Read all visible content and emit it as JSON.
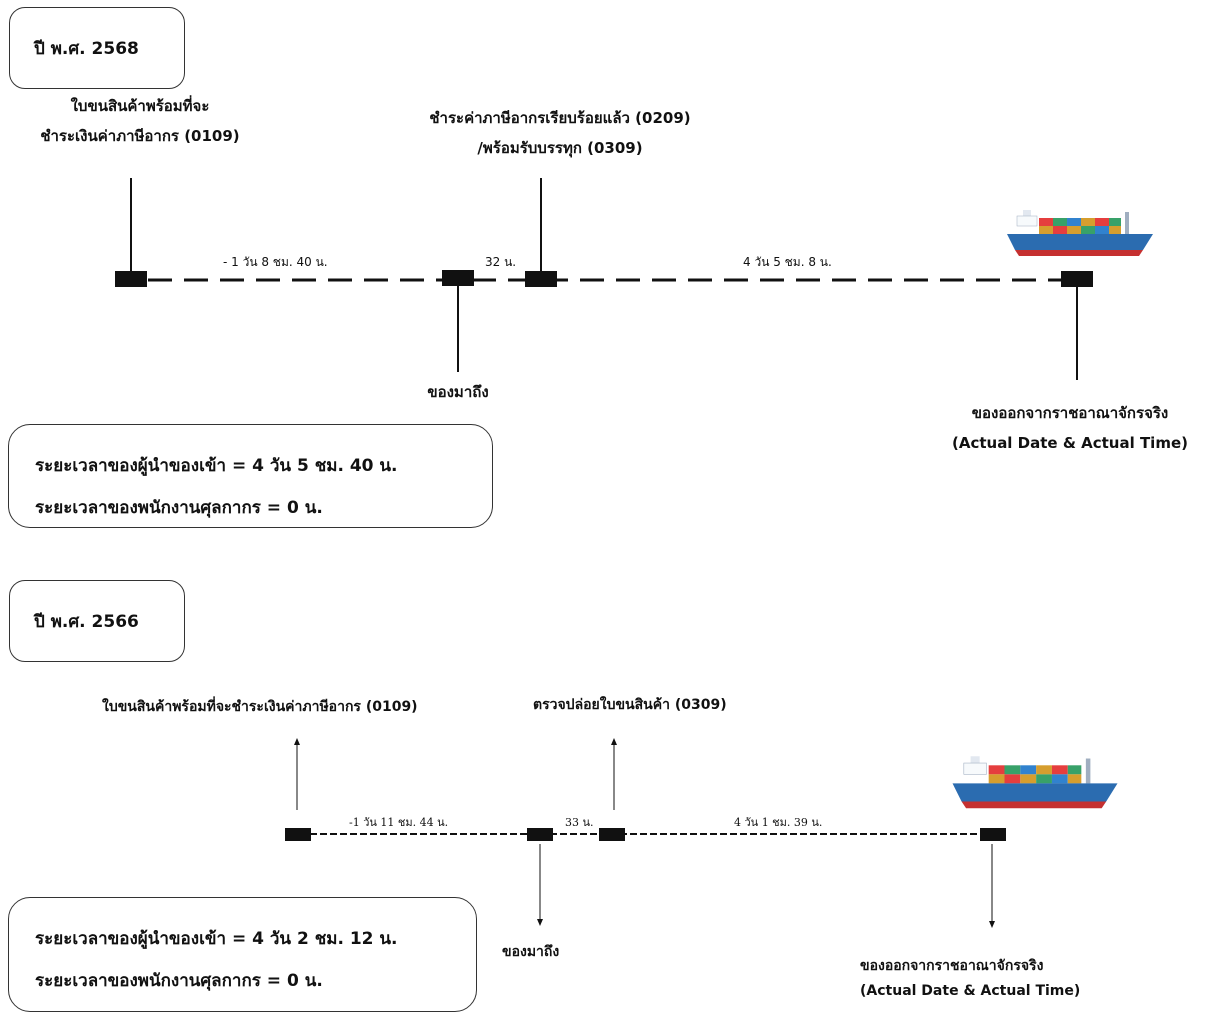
{
  "section_2568": {
    "year_label": "ปี พ.ศ. 2568",
    "event_0109": "ใบขนสินค้าพร้อมที่จะ\nชำระเงินค่าภาษีอากร (0109)",
    "event_0209": "ชำระค่าภาษีอากรเรียบร้อยแล้ว (0209)\n/พร้อมรับบรรทุก (0309)",
    "goods_arrived": "ของมาถึง",
    "goods_departed": "ของออกจากราชอาณาจักรจริง\n(Actual Date & Actual Time)",
    "duration_1": "- 1 วัน 8 ชม. 40 น.",
    "duration_2": "32 น.",
    "duration_3": "4 วัน 5 ชม. 8 น.",
    "summary_importer": "ระยะเวลาของผู้นำของเข้า = 4 วัน 5 ชม. 40 น.",
    "summary_officer": "ระยะเวลาของพนักงานศุลกากร = 0 น."
  },
  "section_2566": {
    "year_label": "ปี พ.ศ. 2566",
    "event_0109": "ใบขนสินค้าพร้อมที่จะชำระเงินค่าภาษีอากร (0109)",
    "event_0309": "ตรวจปล่อยใบขนสินค้า (0309)",
    "goods_arrived": "ของมาถึง",
    "goods_departed_line1": "ของออกจากราชอาณาจักรจริง",
    "goods_departed_line2": "(Actual Date & Actual Time)",
    "duration_1": "-1 วัน 11 ชม. 44 น.",
    "duration_2": "33 น.",
    "duration_3": "4 วัน 1 ชม. 39 น.",
    "summary_importer": "ระยะเวลาของผู้นำของเข้า = 4 วัน 2 ชม. 12 น.",
    "summary_officer": "ระยะเวลาของพนักงานศุลกากร = 0 น."
  },
  "colors": {
    "line": "#111111",
    "ship_hull": "#2b6cb0",
    "ship_hull_bottom": "#c53030"
  }
}
